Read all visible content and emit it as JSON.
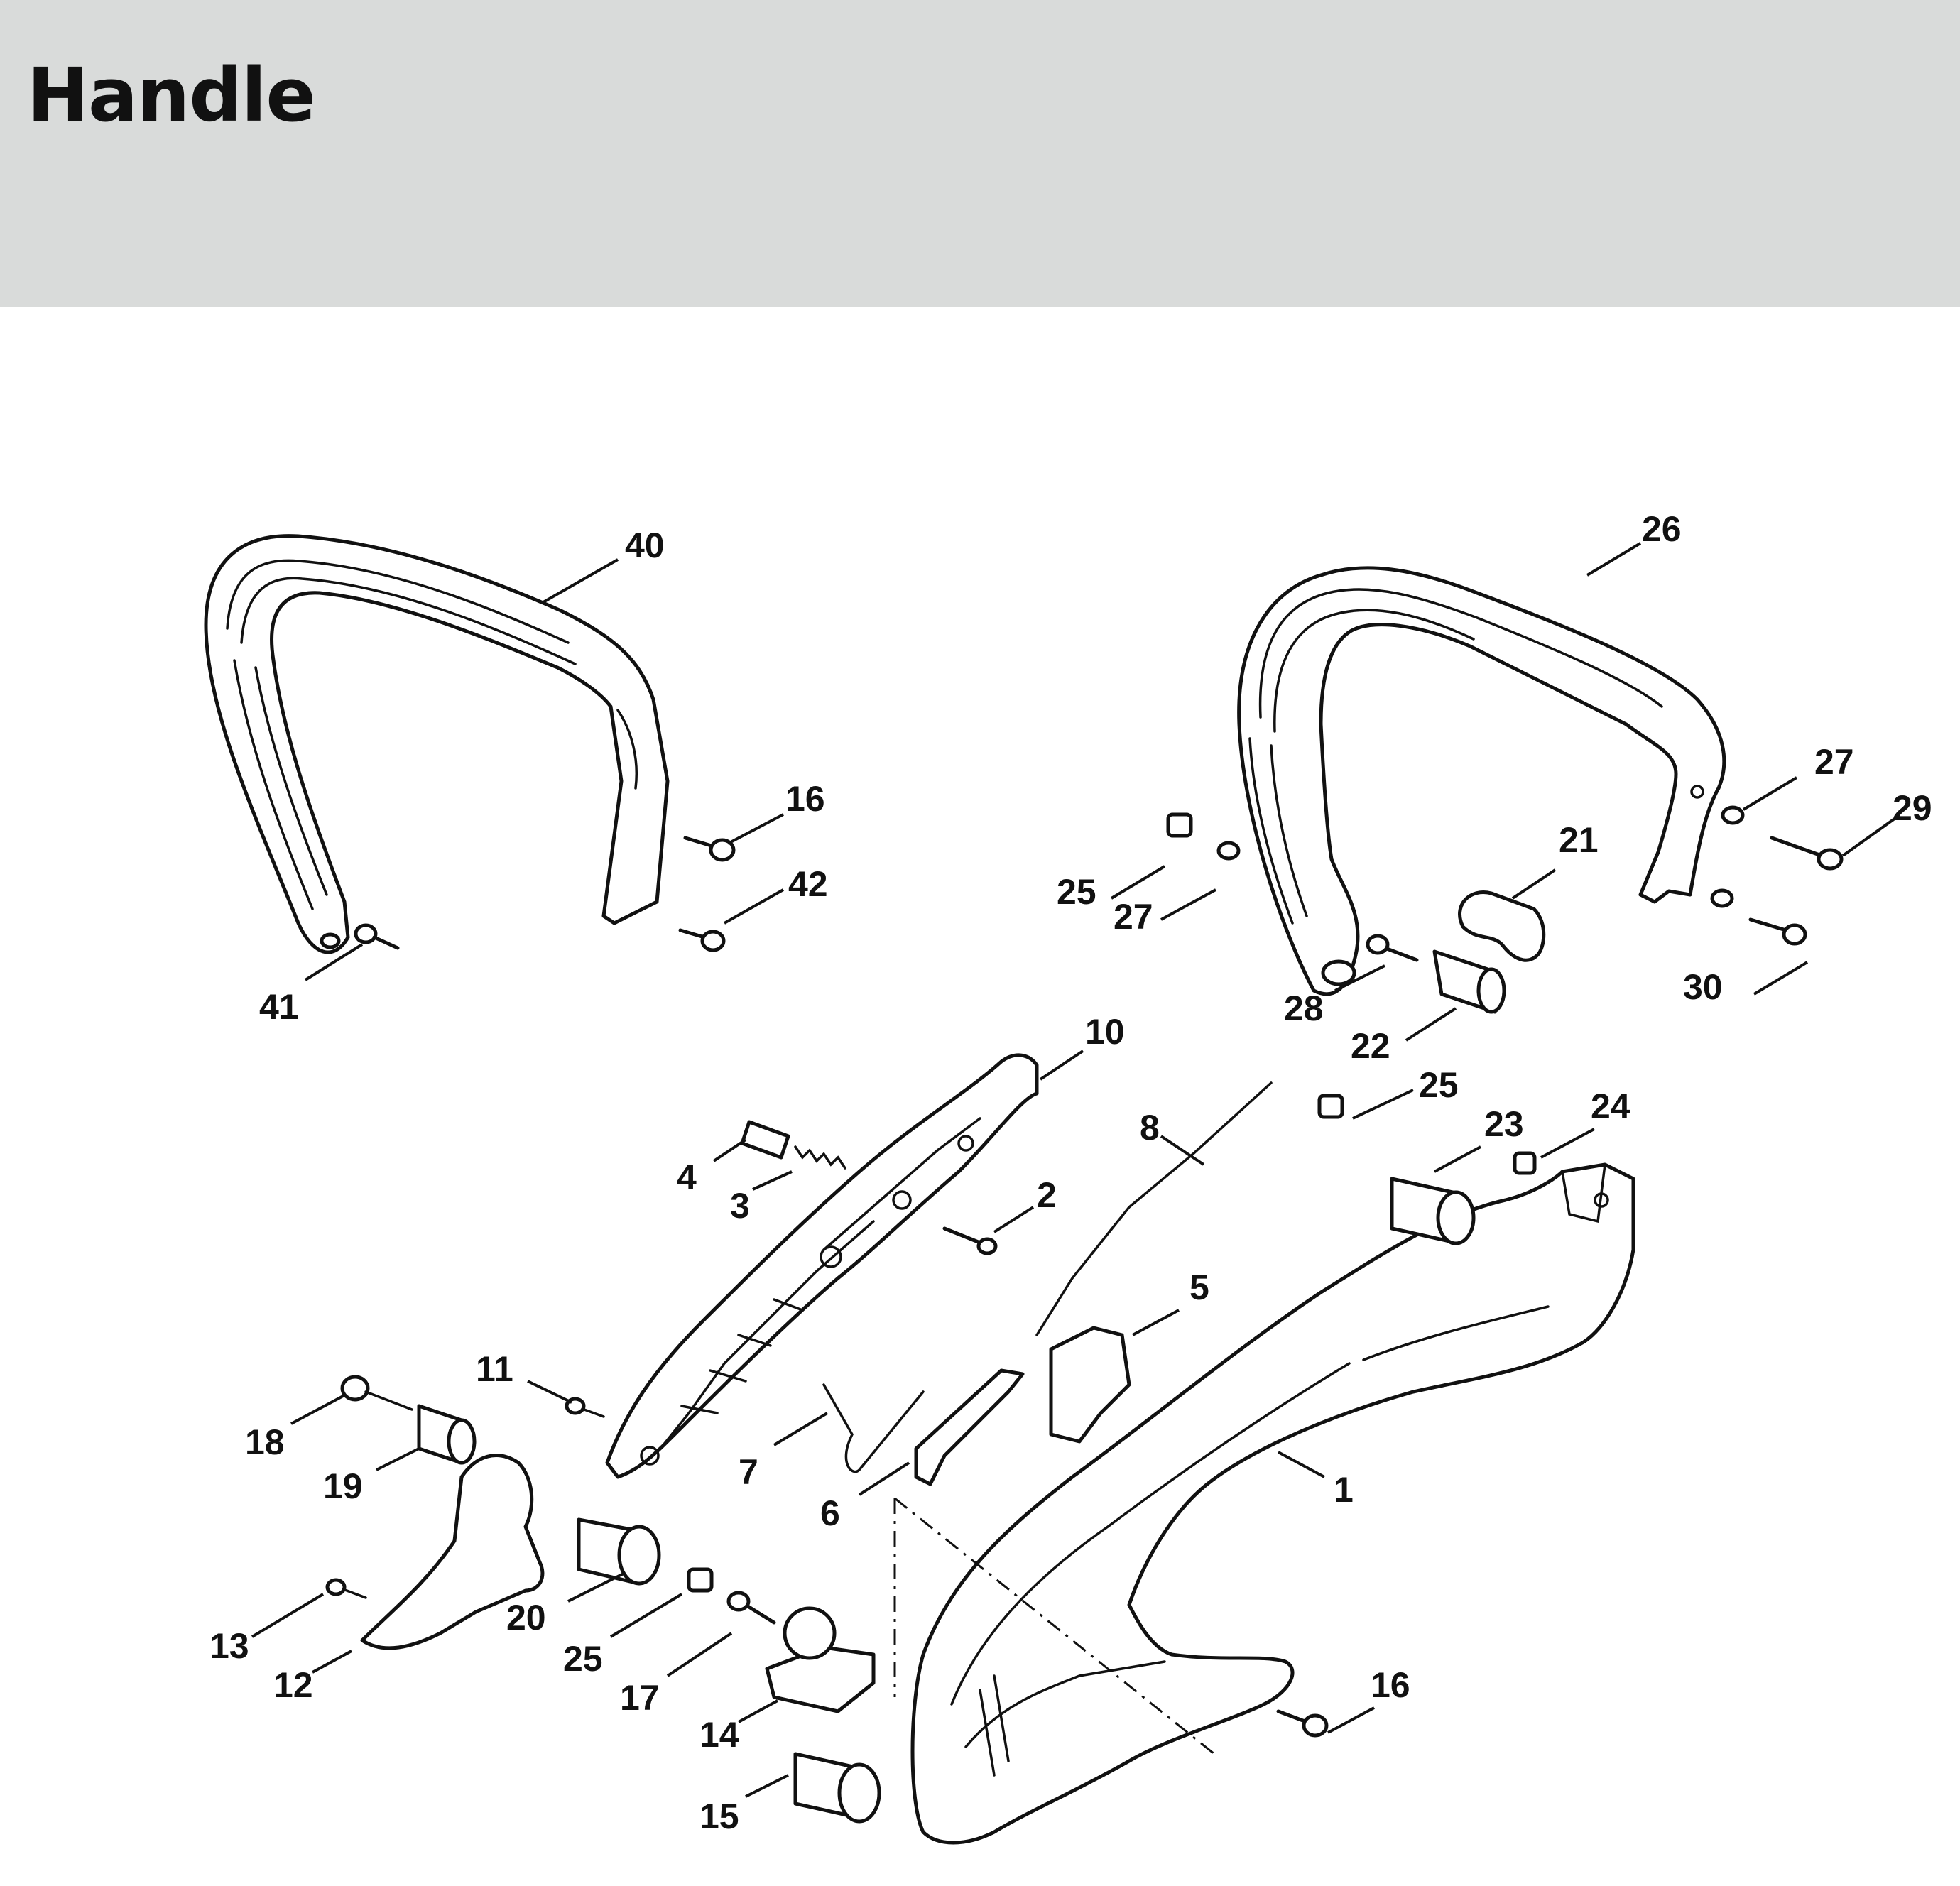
{
  "header": {
    "title": "Handle",
    "background": "#d9dbda"
  },
  "callouts": [
    {
      "id": "c40",
      "label": "40"
    },
    {
      "id": "c16a",
      "label": "16"
    },
    {
      "id": "c42",
      "label": "42"
    },
    {
      "id": "c41",
      "label": "41"
    },
    {
      "id": "c26",
      "label": "26"
    },
    {
      "id": "c27a",
      "label": "27"
    },
    {
      "id": "c29",
      "label": "29"
    },
    {
      "id": "c21",
      "label": "21"
    },
    {
      "id": "c25a",
      "label": "25"
    },
    {
      "id": "c27b",
      "label": "27"
    },
    {
      "id": "c28",
      "label": "28"
    },
    {
      "id": "c22",
      "label": "22"
    },
    {
      "id": "c30",
      "label": "30"
    },
    {
      "id": "c10",
      "label": "10"
    },
    {
      "id": "c8",
      "label": "8"
    },
    {
      "id": "c25b",
      "label": "25"
    },
    {
      "id": "c24",
      "label": "24"
    },
    {
      "id": "c23",
      "label": "23"
    },
    {
      "id": "c4",
      "label": "4"
    },
    {
      "id": "c3",
      "label": "3"
    },
    {
      "id": "c2",
      "label": "2"
    },
    {
      "id": "c5",
      "label": "5"
    },
    {
      "id": "c11",
      "label": "11"
    },
    {
      "id": "c18",
      "label": "18"
    },
    {
      "id": "c19",
      "label": "19"
    },
    {
      "id": "c7",
      "label": "7"
    },
    {
      "id": "c6",
      "label": "6"
    },
    {
      "id": "c1",
      "label": "1"
    },
    {
      "id": "c20",
      "label": "20"
    },
    {
      "id": "c13",
      "label": "13"
    },
    {
      "id": "c12",
      "label": "12"
    },
    {
      "id": "c25c",
      "label": "25"
    },
    {
      "id": "c17",
      "label": "17"
    },
    {
      "id": "c14",
      "label": "14"
    },
    {
      "id": "c16b",
      "label": "16"
    },
    {
      "id": "c15",
      "label": "15"
    }
  ]
}
